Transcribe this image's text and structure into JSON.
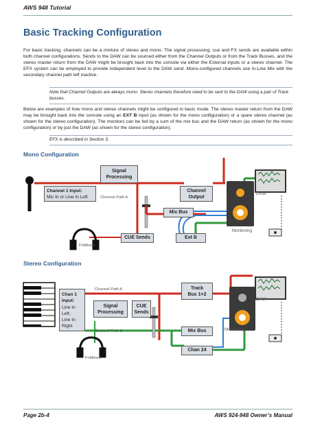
{
  "header": {
    "title": "AWS 948 Tutorial"
  },
  "section_title": "Basic Tracking Configuration",
  "paragraph1": "For basic tracking, channels can be a mixture of stereo and mono. The signal processing, cue and FX sends are available within both channel configurations. Sends to the DAW can be sourced either from the Channel Outputs or from the Track Busses, and the stereo master return from the DAW might be brought back into the console via either the External inputs or a stereo channel. The EFX system can be employed to provide independent level to the DAW send. Mono-configured channels use In-Line Mix with the secondary channel path left inactive.",
  "note1": "Note that Channel Outputs are always mono. Stereo channels therefore need to be sent to the DAW using a pair of Track busses.",
  "paragraph2_before": "Below are examples of how mono and stereo channels might be configured in basic mode. The stereo master return from the DAW may be brought back into the console using an ",
  "paragraph2_bold": "EXT B",
  "paragraph2_after": " input (as shown for the mono configuration) or a spare stereo channel (as shown for the stereo configuration). The monitors can be fed by a sum of the mix bus and the DAW return (as shown for the mono configuration) or by just the DAW (as shown for the stereo configuration).",
  "note2": "EFX is described in Section 3.",
  "mono": {
    "heading": "Mono Configuration",
    "signal_processing_l1": "Signal",
    "signal_processing_l2": "Processing",
    "channel_input_l1": "Channel 1 Input:",
    "channel_input_l2": "Mic In or Line In Left",
    "channel_path": "Channel Path A",
    "channel_output_l1": "Channel",
    "channel_output_l2": "Output",
    "mix_bus": "Mix Bus",
    "cue_sends": "CUE Sends",
    "ext_b": "Ext B",
    "foldback": "Foldback",
    "monitoring": "Monitoring",
    "daw": "DAW"
  },
  "stereo": {
    "heading": "Stereo Configuration",
    "chan_lines": [
      "Chan 1",
      "Input:",
      "Line In",
      "Left,",
      "Line In",
      "Right"
    ],
    "channel_path_a": "Channel Path A",
    "channel_path_b": "Channel Path B",
    "signal_processing_l1": "Signal",
    "signal_processing_l2": "Processing",
    "cue_l1": "CUE",
    "cue_l2": "Sends",
    "track_bus_l1": "Track",
    "track_bus_l2": "Bus 1+2",
    "mix_bus": "Mix Bus",
    "chan_24": "Chan 24",
    "foldback": "Foldback",
    "monitoring": "Monitoring",
    "daw": "DAW"
  },
  "footer": {
    "left": "Page 2b-4",
    "right": "AWS 924-948 Owner’s Manual"
  },
  "colors": {
    "title_blue": "#2f5d8c",
    "signal_red": "#cc2b1f",
    "signal_green": "#2e9a3a",
    "signal_blue": "#2f7fd0",
    "box_grey": "#d9dee5"
  }
}
